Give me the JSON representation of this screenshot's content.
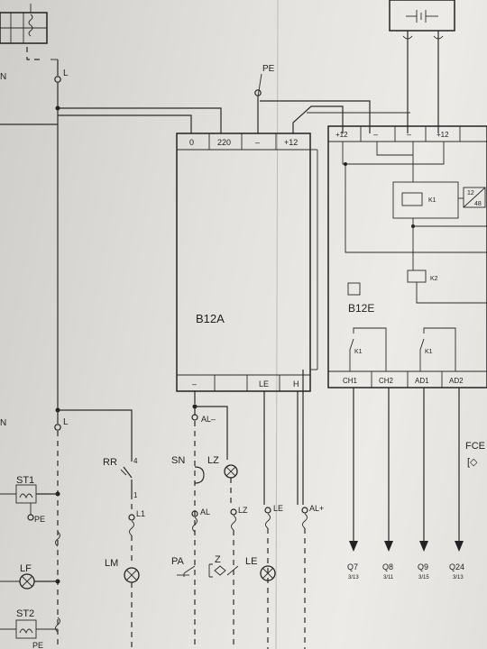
{
  "modules": {
    "b12a": {
      "name": "B12A",
      "top_terminals": [
        "0",
        "220",
        "–",
        "+12"
      ],
      "bottom_terminals": [
        "–",
        "",
        "LE",
        "H"
      ]
    },
    "b12e": {
      "name": "B12E",
      "top_terminals": [
        "+12",
        "–",
        "–",
        "+12"
      ],
      "bottom_terminals": [
        "CH1",
        "CH2",
        "AD1",
        "AD2"
      ],
      "relay1": "K1",
      "relay2": "K2",
      "contact1": "K1",
      "contact2": "K1",
      "converter_top": "12",
      "converter_bottom": "48"
    }
  },
  "wire_labels": {
    "l_top": "L",
    "pe": "PE",
    "l_mid": "L",
    "al_minus": "AL–",
    "al": "AL",
    "lz_wire": "LZ",
    "le_wire": "LE",
    "al_plus": "AL+",
    "l1": "L1",
    "pe_left": "PE"
  },
  "components": {
    "rr": "RR",
    "rr_pin4": "4",
    "rr_pin1": "1",
    "sn": "SN",
    "lz": "LZ",
    "lm": "LM",
    "pa": "PA",
    "z": "Z",
    "le": "LE",
    "st1": "ST1",
    "st2": "ST2",
    "lf": "LF",
    "fce": "FCE",
    "fce_partial": "[◇"
  },
  "outputs": [
    {
      "label": "Q7",
      "ref": "3/13"
    },
    {
      "label": "Q8",
      "ref": "3/11"
    },
    {
      "label": "Q9",
      "ref": "3/15"
    },
    {
      "label": "Q24",
      "ref": "3/13"
    }
  ],
  "partial_left_letters": [
    "N",
    "N"
  ]
}
